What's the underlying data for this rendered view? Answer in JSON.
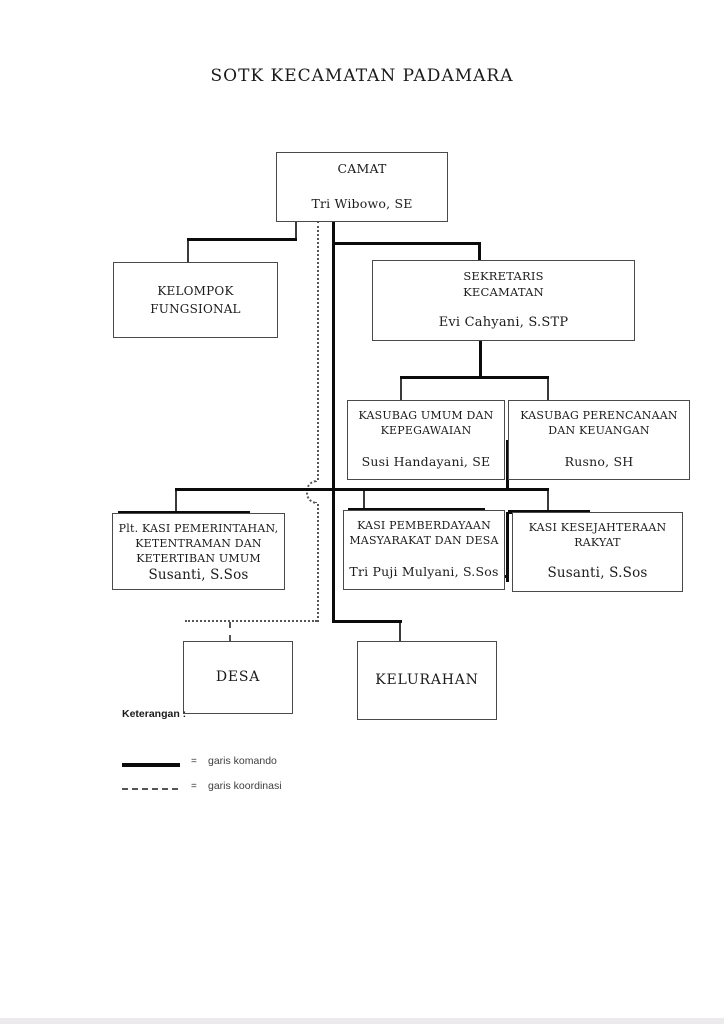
{
  "title": "SOTK KECAMATAN PADAMARA",
  "boxes": {
    "camat": {
      "title": "CAMAT",
      "name": "Tri Wibowo, SE"
    },
    "kelompok": {
      "title": "KELOMPOK\nFUNGSIONAL"
    },
    "sekretaris": {
      "title": "SEKRETARIS\nKECAMATAN",
      "name": "Evi Cahyani, S.STP"
    },
    "kasubag_umum": {
      "title": "KASUBAG UMUM DAN\nKEPEGAWAIAN",
      "name": "Susi Handayani, SE"
    },
    "kasubag_perencanaan": {
      "title": "KASUBAG PERENCANAAN\nDAN KEUANGAN",
      "name": "Rusno, SH"
    },
    "kasi_pemerintahan": {
      "title": "Plt. KASI PEMERINTAHAN,\nKETENTRAMAN DAN\nKETERTIBAN UMUM",
      "name": "Susanti, S.Sos"
    },
    "kasi_pemberdayaan": {
      "title": "KASI PEMBERDAYAAN\nMASYARAKAT DAN DESA",
      "name": "Tri Puji Mulyani, S.Sos"
    },
    "kasi_kesejahteraan": {
      "title": "KASI KESEJAHTERAAN\nRAKYAT",
      "name": "Susanti, S.Sos"
    },
    "desa": {
      "title": "DESA"
    },
    "kelurahan": {
      "title": "KELURAHAN"
    }
  },
  "legend": {
    "label": "Keterangan :",
    "items": [
      {
        "symbol": "solid-line",
        "equals": "=",
        "label": "garis komando"
      },
      {
        "symbol": "dotted-line",
        "equals": "=",
        "label": "garis koordinasi"
      }
    ]
  },
  "colors": {
    "background": "#ffffff",
    "text": "#1c1c1c",
    "box_border": "#4a4a4a",
    "komando_line": "#0b0b0b",
    "koordinasi_line": "#555555"
  }
}
